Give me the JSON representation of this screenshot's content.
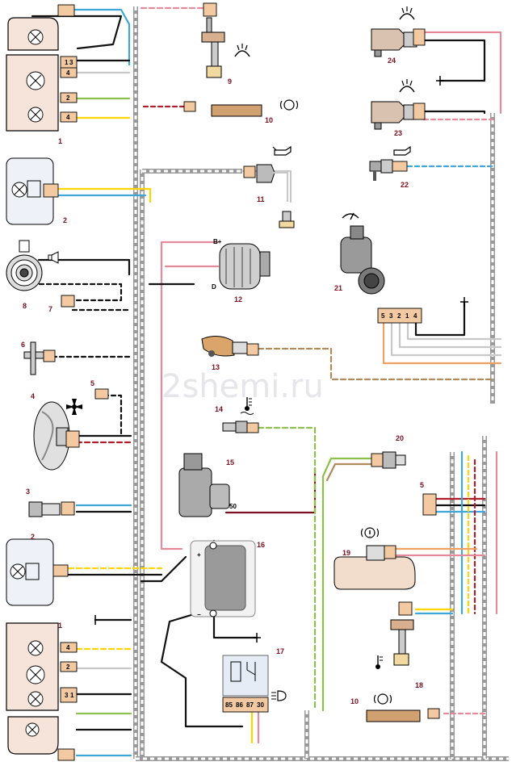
{
  "watermark": "2shemi.ru",
  "component_numbers": {
    "headlamp_top": "1",
    "foglamp_top": "2",
    "speed_sensor": "3",
    "fan_motor": "4",
    "fan_switch": "5",
    "temp_sensor_fan": "6",
    "horn_relay": "7",
    "horn": "8",
    "washer_motor": "9",
    "brake_wear_top": "10",
    "oil_pressure_switch": "11",
    "generator": "12",
    "carburetor_valve": "13",
    "coolant_temp_sensor": "14",
    "starter": "15",
    "battery": "16",
    "foglamp_relay": "17",
    "brake_fluid_sensor": "18",
    "brake_reservoir": "19",
    "reverse_switch": "20",
    "wiper_motor": "21",
    "oil_level_sensor": "22",
    "washer_pump_front": "23",
    "washer_pump_rear": "24",
    "connector_5_right": "5",
    "foglamp_bottom": "2",
    "headlamp_bottom": "1",
    "brake_wear_bottom": "10"
  },
  "pins": {
    "headlamp_top": [
      "1",
      "3",
      "4",
      "2",
      "4"
    ],
    "headlamp_bottom": [
      "4",
      "2",
      "3",
      "1"
    ],
    "wiper_connector": [
      "5",
      "3",
      "2",
      "1",
      "4"
    ],
    "relay_17": [
      "85",
      "86",
      "87",
      "30"
    ],
    "generator_b": "B+",
    "generator_d": "D",
    "starter_terminal": "50",
    "battery_plus": "+",
    "battery_minus": "−"
  },
  "icons": [
    "horn-icon",
    "washer-icon",
    "brake-pad-icon",
    "oil-can-icon",
    "wiper-icon",
    "fan-icon",
    "coolant-temp-icon",
    "brake-fluid-icon",
    "fog-lamp-icon"
  ]
}
